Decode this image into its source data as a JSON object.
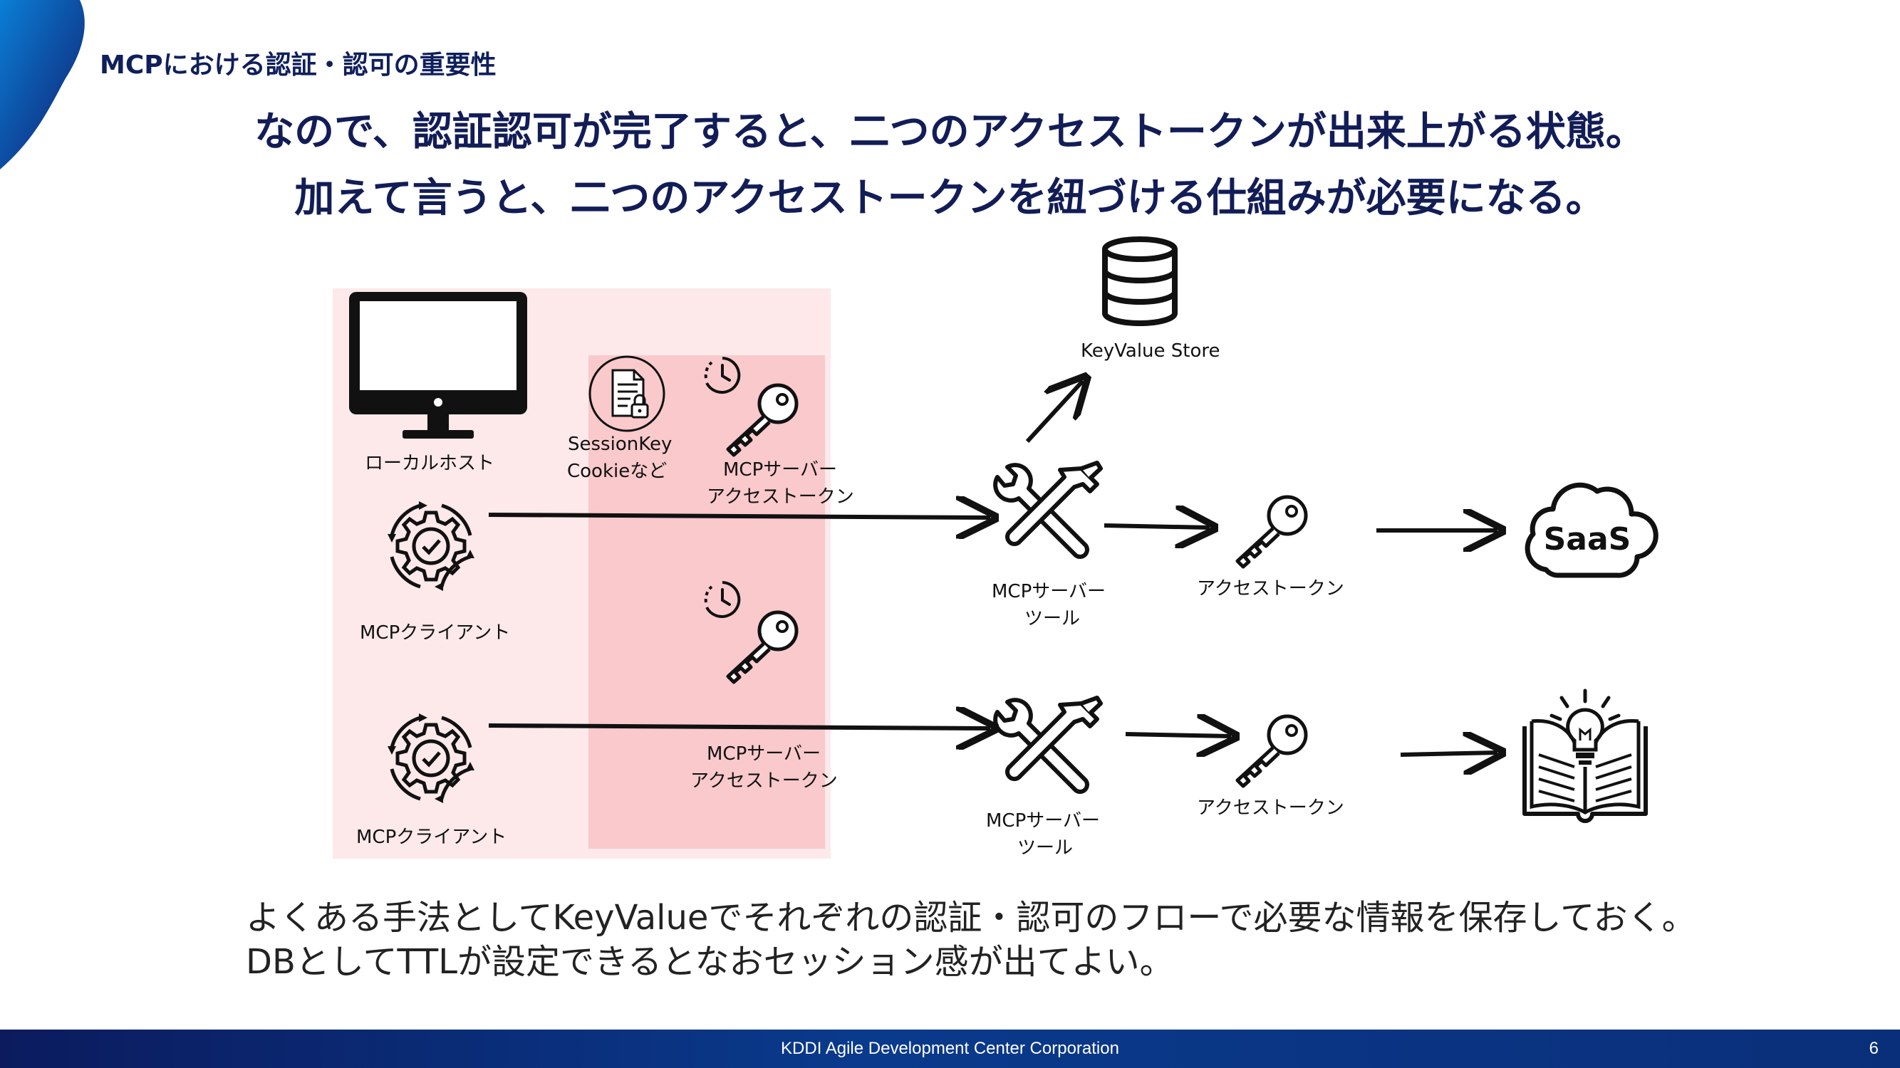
{
  "section_title": "MCPにおける認証・認可の重要性",
  "headline": {
    "line1": "なので、認証認可が完了すると、二つのアクセストークンが出来上がる状態。",
    "line2": "加えて言うと、二つのアクセストークンを紐づける仕組みが必要になる。"
  },
  "diagram": {
    "localhost_label": "ローカルホスト",
    "session_label_1": "SessionKey",
    "session_label_2": "Cookieなど",
    "mcp_token_top_1": "MCPサーバー",
    "mcp_token_top_2": "アクセストークン",
    "mcp_token_bottom_1": "MCPサーバー",
    "mcp_token_bottom_2": "アクセストークン",
    "client_top_label": "MCPクライアント",
    "client_bottom_label": "MCPクライアント",
    "kv_store_label": "KeyValue Store",
    "tool_top_1": "MCPサーバー",
    "tool_top_2": "ツール",
    "tool_bottom_1": "MCPサーバー",
    "tool_bottom_2": "ツール",
    "access_token_top": "アクセストークン",
    "access_token_bottom": "アクセストークン",
    "saas_label": "SaaS"
  },
  "bottom_text": {
    "line1": "よくある手法としてKeyValueでそれぞれの認証・認可のフローで必要な情報を保存しておく。",
    "line2": "DBとしてTTLが設定できるとなおセッション感が出てよい。"
  },
  "footer": {
    "company": "KDDI Agile Development Center Corporation",
    "page_number": "6"
  },
  "colors": {
    "title": "#0f1f5c",
    "panel_outer": "#fde9ea",
    "panel_inner": "#f9c9cc",
    "footer_bg": "#0b1b5e"
  }
}
